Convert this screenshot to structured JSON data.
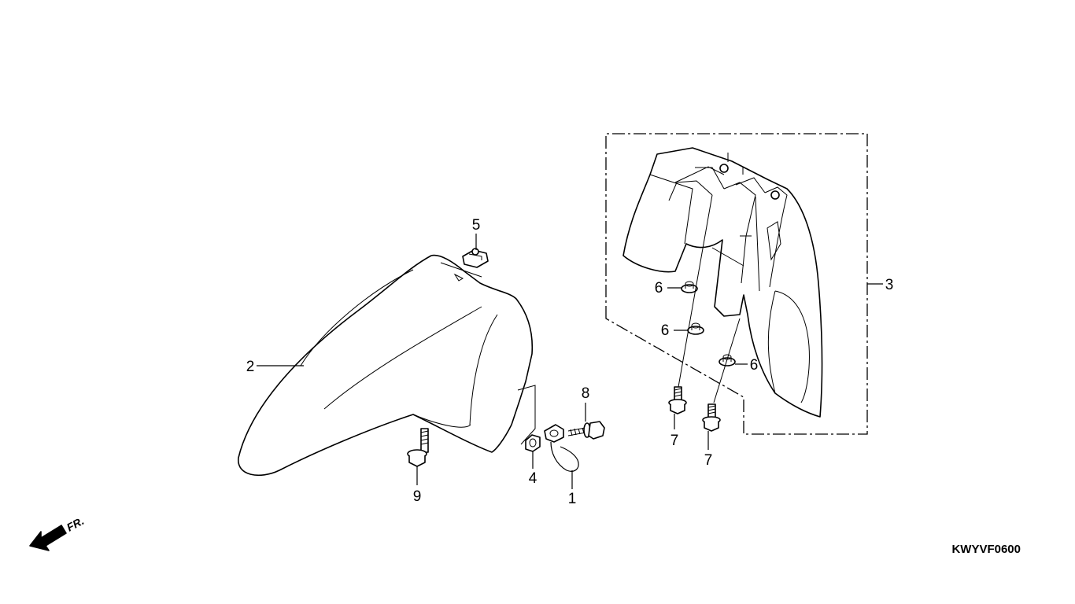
{
  "diagram": {
    "callouts": {
      "c1": "1",
      "c2": "2",
      "c3": "3",
      "c4": "4",
      "c5": "5",
      "c6a": "6",
      "c6b": "6",
      "c6c": "6",
      "c7a": "7",
      "c7b": "7",
      "c8": "8",
      "c9": "9"
    },
    "direction_label": "FR.",
    "diagram_code": "KWYVF0600"
  }
}
